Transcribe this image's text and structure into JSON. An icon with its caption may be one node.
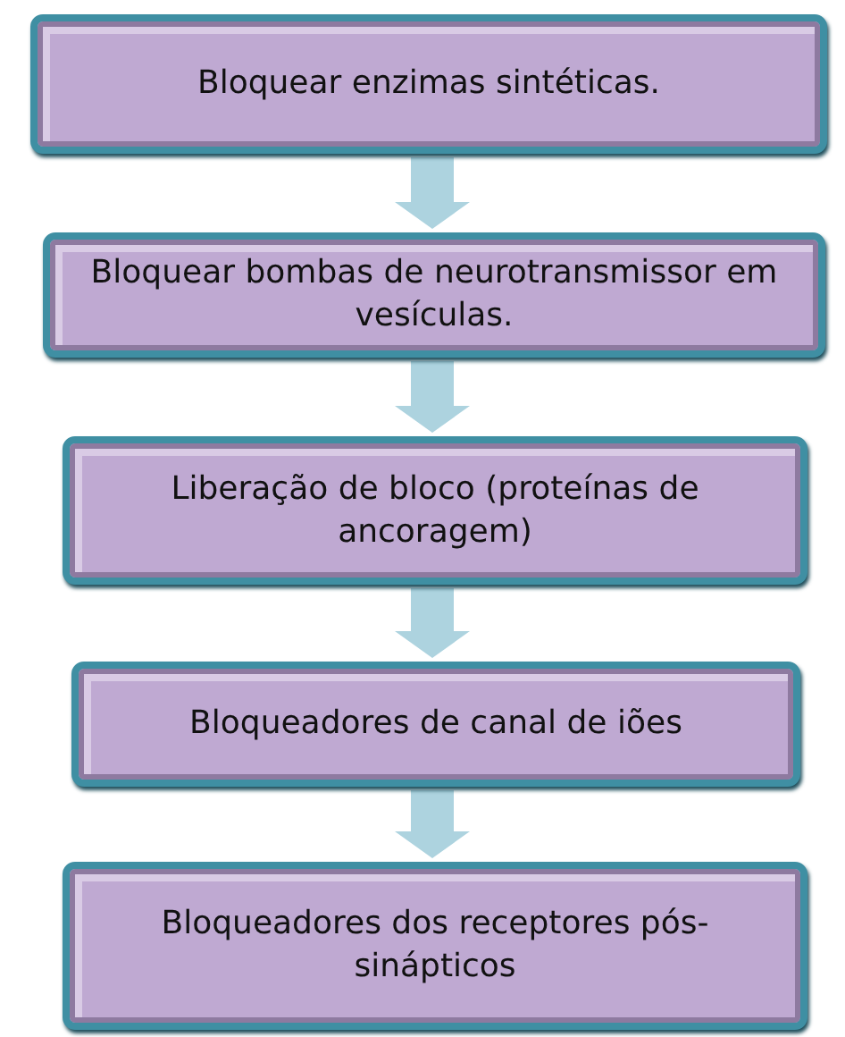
{
  "diagram": {
    "nodes": [
      {
        "text": [
          "Bloquear enzimas sintéticas."
        ]
      },
      {
        "text": [
          "Bloquear bombas de neurotransmissor em vesículas."
        ]
      },
      {
        "text": [
          "Liberação de bloco (proteínas de ancoragem)"
        ]
      },
      {
        "text": [
          "Bloqueadores de canal de iões"
        ]
      },
      {
        "text": [
          "Bloqueadores dos receptores pós-sinápticos"
        ]
      }
    ],
    "edges": [
      {
        "from": 0,
        "to": 1,
        "arrow": "to"
      },
      {
        "from": 1,
        "to": 2,
        "arrow": "to"
      },
      {
        "from": 2,
        "to": 3,
        "arrow": "to"
      },
      {
        "from": 3,
        "to": 4,
        "arrow": "to"
      }
    ]
  }
}
